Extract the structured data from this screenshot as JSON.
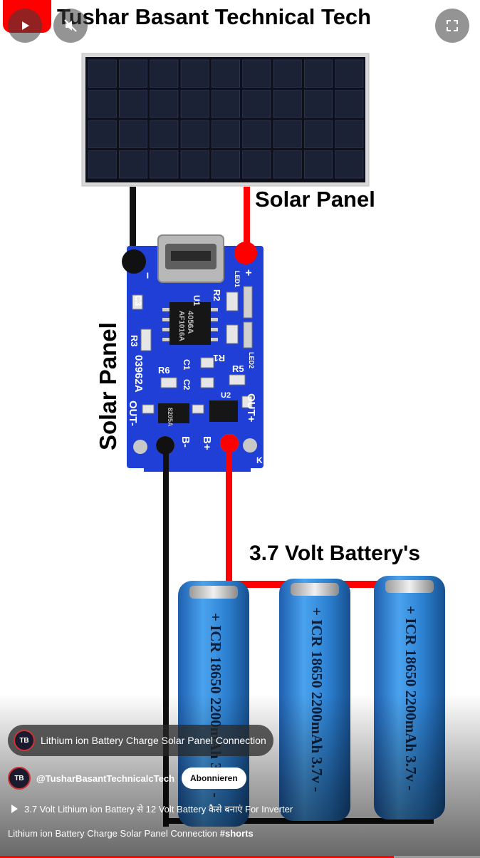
{
  "video": {
    "channel_banner": "Tushar Basant Technical Tech",
    "labels": {
      "solar_top": "Solar Panel",
      "solar_side": "Solar Panel",
      "battery": "3.7 Volt Battery's",
      "cell_text": "+ ICR 18650 2200mAh 3.7v -",
      "chip_main": "4056A",
      "chip_main2": "AF1016A",
      "chip_small": "8205A",
      "board_code": "03962A",
      "pin_out_minus": "OUT-",
      "pin_out_plus": "OUT+",
      "pin_b_minus": "B-",
      "pin_b_plus": "B+",
      "r3": "R3",
      "r6": "R6",
      "r5": "R5",
      "r1": "R1",
      "r2": "R2",
      "c1": "C1",
      "c2": "C2",
      "c3": "C3",
      "u1": "U1",
      "u2": "U2",
      "led1": "LED1",
      "led2": "LED2",
      "k": "K",
      "minus": "−",
      "plus": "+"
    }
  },
  "controls": {
    "play_icon": "play-icon",
    "mute_icon": "speaker-muted-icon",
    "fullscreen_icon": "fullscreen-icon"
  },
  "overlay": {
    "related_title": "Lithium ion Battery Charge Solar Panel Connection",
    "channel_handle": "@TusharBasantTechnicalcTech",
    "subscribe_label": "Abonnieren",
    "playlist_text": "3.7 Volt Lithium ion Battery से 12 Volt Battery कैसे बनाएं For Inverter",
    "caption_text": "Lithium ion Battery Charge Solar Panel Connection",
    "hashtag": "#shorts",
    "avatar_initials": "TB",
    "progress": 0.82
  },
  "colors": {
    "red": "#ff0000",
    "board_blue": "#1f3fd6",
    "battery_blue": "#2f86d6"
  }
}
